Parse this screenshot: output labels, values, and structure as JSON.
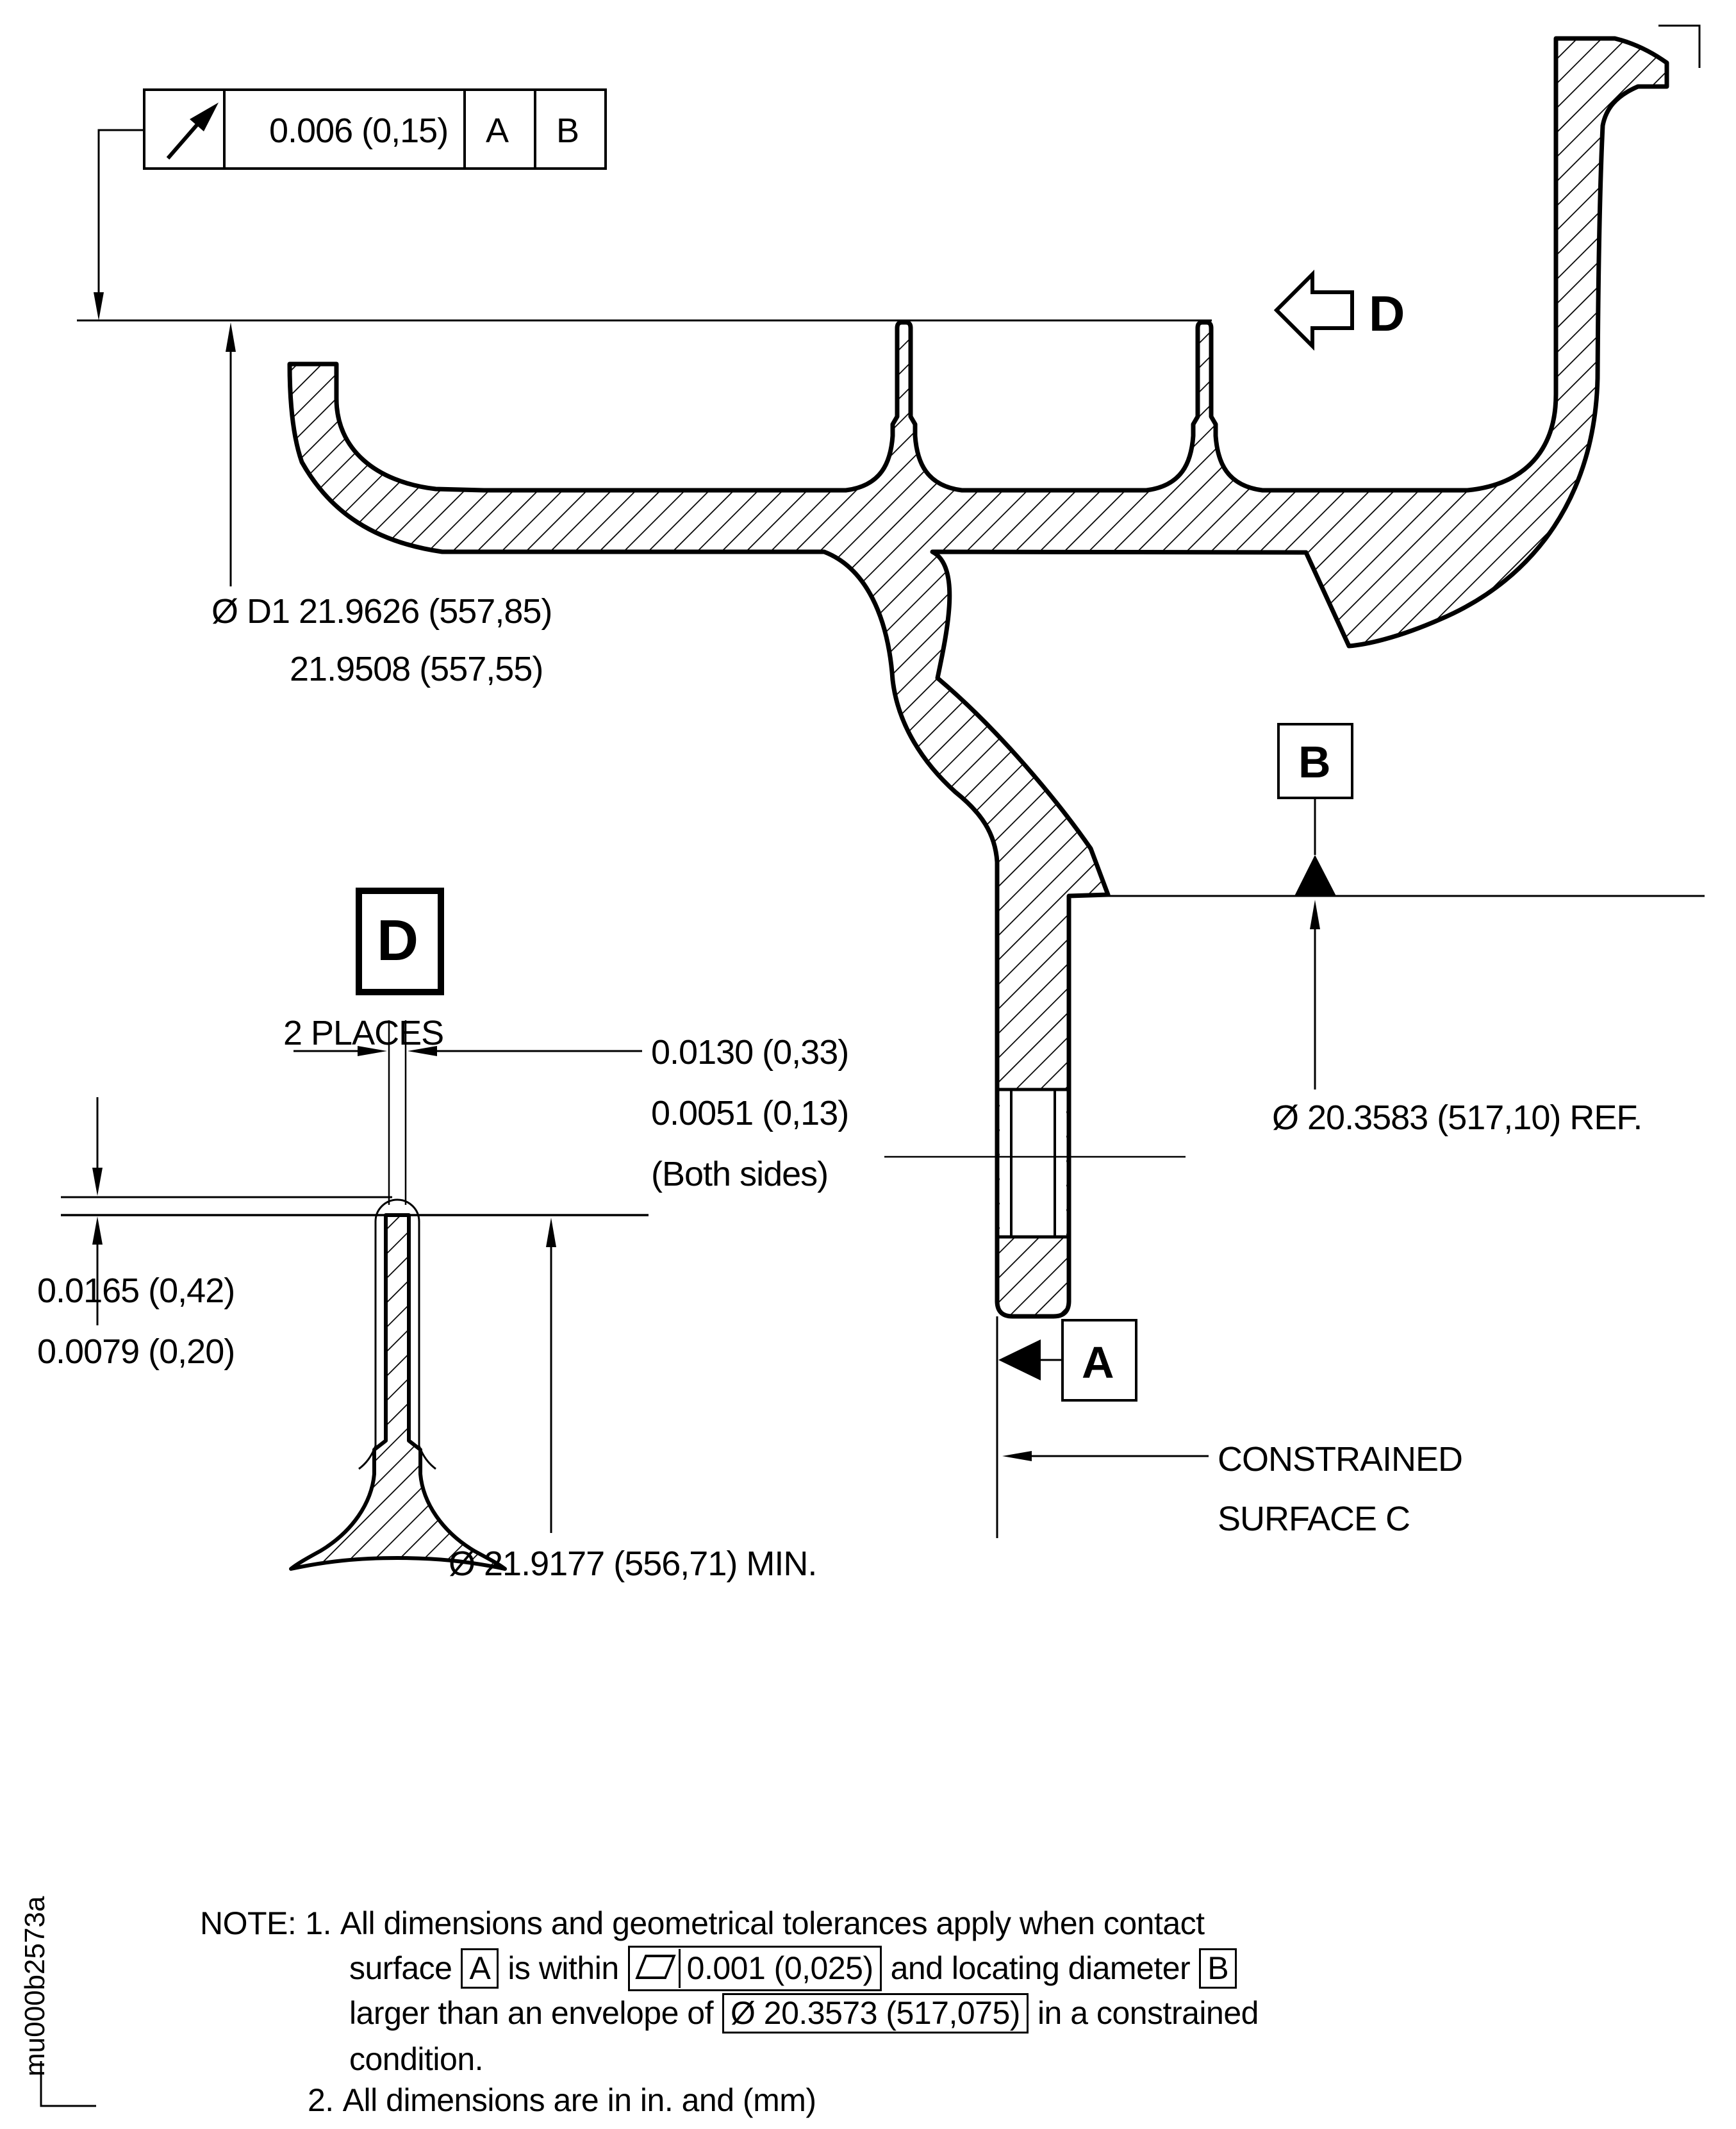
{
  "colors": {
    "ink": "#000000",
    "paper": "#ffffff"
  },
  "doc_id": "mu000b2573a",
  "fcf": {
    "symbol": "circular-runout",
    "tolerance": "0.006 (0,15)",
    "datum_primary": "A",
    "datum_secondary": "B"
  },
  "view_arrow": {
    "label": "D"
  },
  "detail_marker": {
    "label": "D",
    "note": "2 PLACES"
  },
  "datum_a": {
    "label": "A"
  },
  "datum_b": {
    "label": "B"
  },
  "dimensions": {
    "d1_line1": "Ø D1 21.9626 (557,85)",
    "d1_line2": "21.9508 (557,55)",
    "locating_ref": "Ø 20.3583 (517,10) REF.",
    "min_dia": "Ø 21.9177 (556,71) MIN.",
    "fin_width_max": "0.0130 (0,33)",
    "fin_width_min": "0.0051 (0,13)",
    "fin_width_note": "(Both sides)",
    "fin_height_max": "0.0165 (0,42)",
    "fin_height_min": "0.0079 (0,20)",
    "constrained_line1": "CONSTRAINED",
    "constrained_line2": "SURFACE C"
  },
  "notes": {
    "prefix": "NOTE:",
    "n1_num": "1.",
    "n1_l1": "All dimensions and geometrical tolerances apply when contact",
    "n1_l2a": "surface",
    "n1_l2_box_a": "A",
    "n1_l2b": "is within",
    "n1_flatness_value": "0.001 (0,025)",
    "n1_l2c": "and locating diameter",
    "n1_l2_box_b": "B",
    "n1_l3a": "larger than an envelope of",
    "n1_l3_box": "Ø 20.3573 (517,075)",
    "n1_l3b": "in a constrained",
    "n1_l4": "condition.",
    "n2_num": "2.",
    "n2_text": "All dimensions are in in. and (mm)"
  }
}
